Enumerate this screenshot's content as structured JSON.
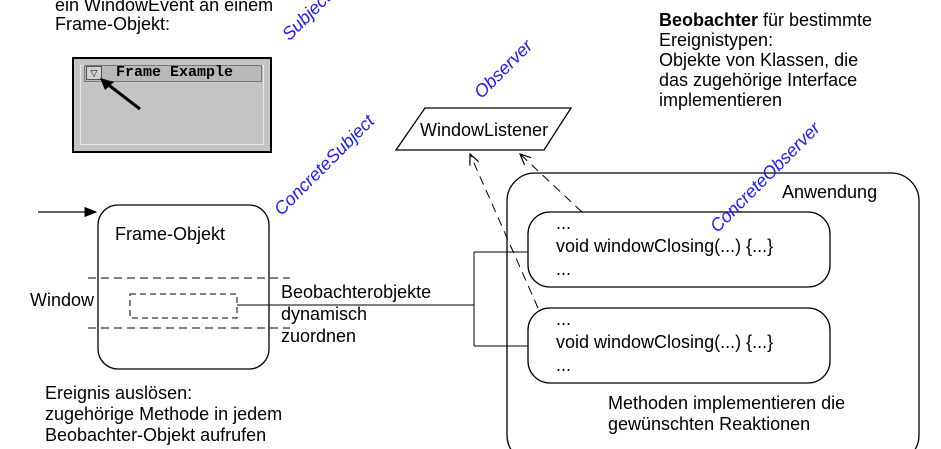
{
  "top_left_text": [
    "ein WindowEvent an einem",
    "Frame-Objekt:"
  ],
  "frame_window": {
    "title": "Frame Example"
  },
  "role_labels": {
    "subject": "Subject",
    "observer": "Observer",
    "concrete_subject": "ConcreteSubject",
    "concrete_observer": "ConcreteObserver"
  },
  "beobachter_text": {
    "bold": "Beobachter",
    "rest": " für bestimmte",
    "lines": [
      "Ereignistypen:",
      "Objekte von Klassen, die",
      "das zugehörige Interface",
      "implementieren"
    ]
  },
  "window_listener": "WindowListener",
  "frame_objekt": "Frame-Objekt",
  "window_label": "Window",
  "anwendung": "Anwendung",
  "method_box": {
    "dots": "...",
    "method": "void windowClosing(...) {...}"
  },
  "assign_text": [
    "Beobachterobjekte",
    "dynamisch",
    "zuordnen"
  ],
  "event_text": [
    "Ereignis auslösen:",
    "zugehörige Methode in jedem",
    "Beobachter-Objekt aufrufen"
  ],
  "methods_text": [
    "Methoden implementieren die",
    "gewünschten Reaktionen"
  ]
}
